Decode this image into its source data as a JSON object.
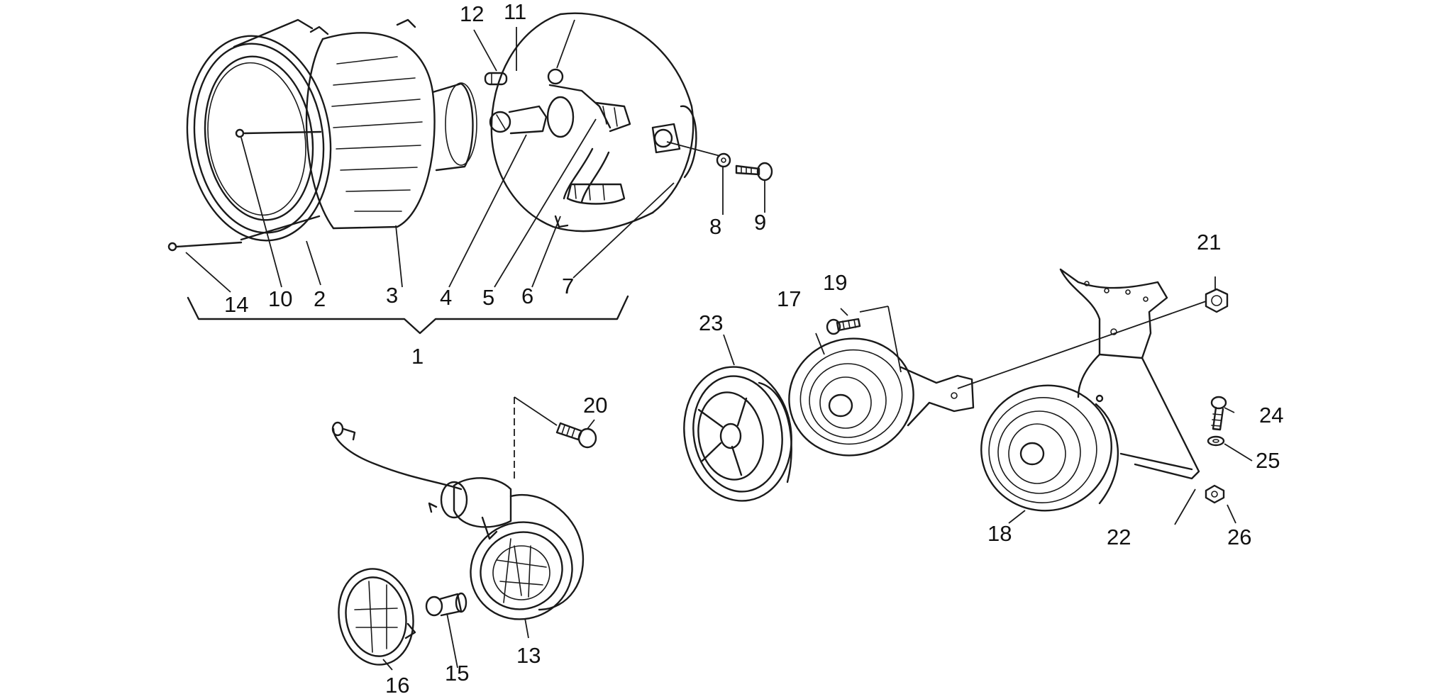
{
  "callouts": {
    "c1": "1",
    "c2": "2",
    "c3": "3",
    "c4": "4",
    "c5": "5",
    "c6": "6",
    "c7": "7",
    "c8": "8",
    "c9": "9",
    "c10": "10",
    "c11": "11",
    "c12": "12",
    "c13": "13",
    "c14": "14",
    "c15": "15",
    "c16": "16",
    "c17": "17",
    "c18": "18",
    "c19": "19",
    "c20": "20",
    "c21": "21",
    "c22": "22",
    "c23": "23",
    "c24": "24",
    "c25": "25",
    "c26": "26"
  },
  "colors": {
    "ink": "#1a1a1a",
    "background": "#ffffff"
  }
}
